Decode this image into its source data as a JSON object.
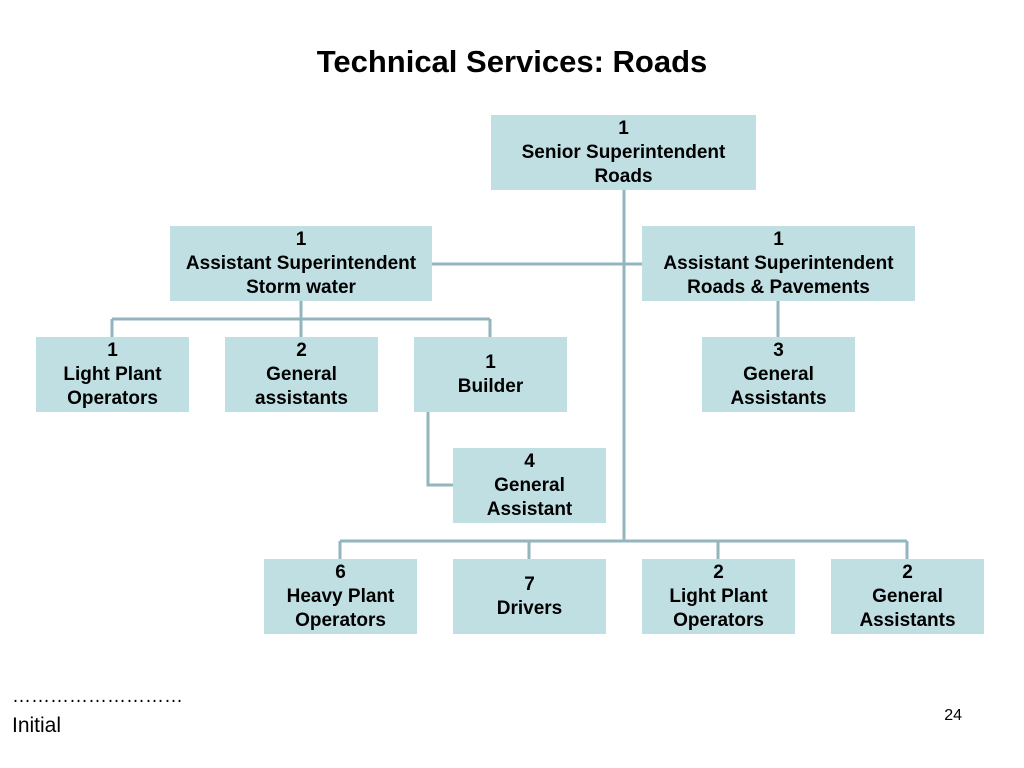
{
  "title": "Technical Services: Roads",
  "colors": {
    "box_fill": "#bfdfe3",
    "connector": "#93b6be"
  },
  "nodes": {
    "senior": {
      "count": "1",
      "line1": "Senior Superintendent",
      "line2": "Roads"
    },
    "asst_storm": {
      "count": "1",
      "line1": "Assistant Superintendent",
      "line2": "Storm water"
    },
    "asst_roads": {
      "count": "1",
      "line1": "Assistant Superintendent",
      "line2": "Roads & Pavements"
    },
    "light_plant_1": {
      "count": "1",
      "line1": "Light Plant",
      "line2": "Operators"
    },
    "general_assistants_2": {
      "count": "2",
      "line1": "General",
      "line2": "assistants"
    },
    "builder": {
      "count": "1",
      "line1": "Builder"
    },
    "general_assistants_3": {
      "count": "3",
      "line1": "General",
      "line2": "Assistants"
    },
    "general_assistant_4": {
      "count": "4",
      "line1": "General",
      "line2": "Assistant"
    },
    "heavy_plant": {
      "count": "6",
      "line1": "Heavy Plant",
      "line2": "Operators"
    },
    "drivers": {
      "count": "7",
      "line1": "Drivers"
    },
    "light_plant_2": {
      "count": "2",
      "line1": "Light Plant",
      "line2": "Operators"
    },
    "general_assistants_bottom": {
      "count": "2",
      "line1": "General",
      "line2": "Assistants"
    }
  },
  "footer": {
    "dots": "………………………",
    "initial": "Initial",
    "page_number": "24"
  }
}
